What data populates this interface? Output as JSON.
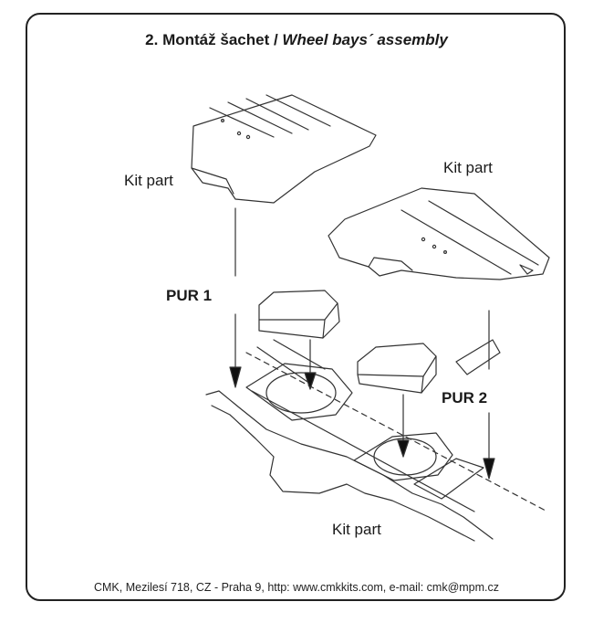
{
  "title": {
    "number": "2.",
    "cz": "Montáž šachet",
    "sep": " / ",
    "en": "Wheel bays´ assembly"
  },
  "labels": {
    "kit_part_left": "Kit part",
    "kit_part_right": "Kit part",
    "kit_part_bottom": "Kit part",
    "pur1": "PUR 1",
    "pur2": "PUR 2"
  },
  "footer": "CMK, Mezilesí 718, CZ - Praha 9,  http: www.cmkkits.com, e-mail: cmk@mpm.cz"
}
